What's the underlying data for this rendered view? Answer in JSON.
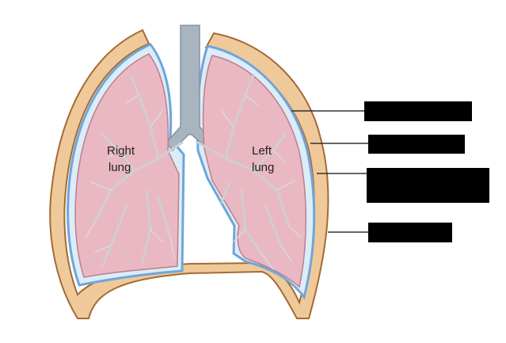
{
  "diagram": {
    "labels": {
      "right_lung": [
        "Right",
        "lung"
      ],
      "left_lung": [
        "Left",
        "lung"
      ]
    },
    "callouts": [
      "",
      "",
      "",
      ""
    ],
    "colors": {
      "chest_wall": "#f0c99a",
      "chest_wall_outline": "#a36b33",
      "pleura_blue": "#6fa6d9",
      "lung_fill": "#eab8c2",
      "bronchi": "#cfcfcf",
      "trachea": "#a8b4c0",
      "redaction_box": "#000000",
      "leader_line": "#333333"
    }
  }
}
